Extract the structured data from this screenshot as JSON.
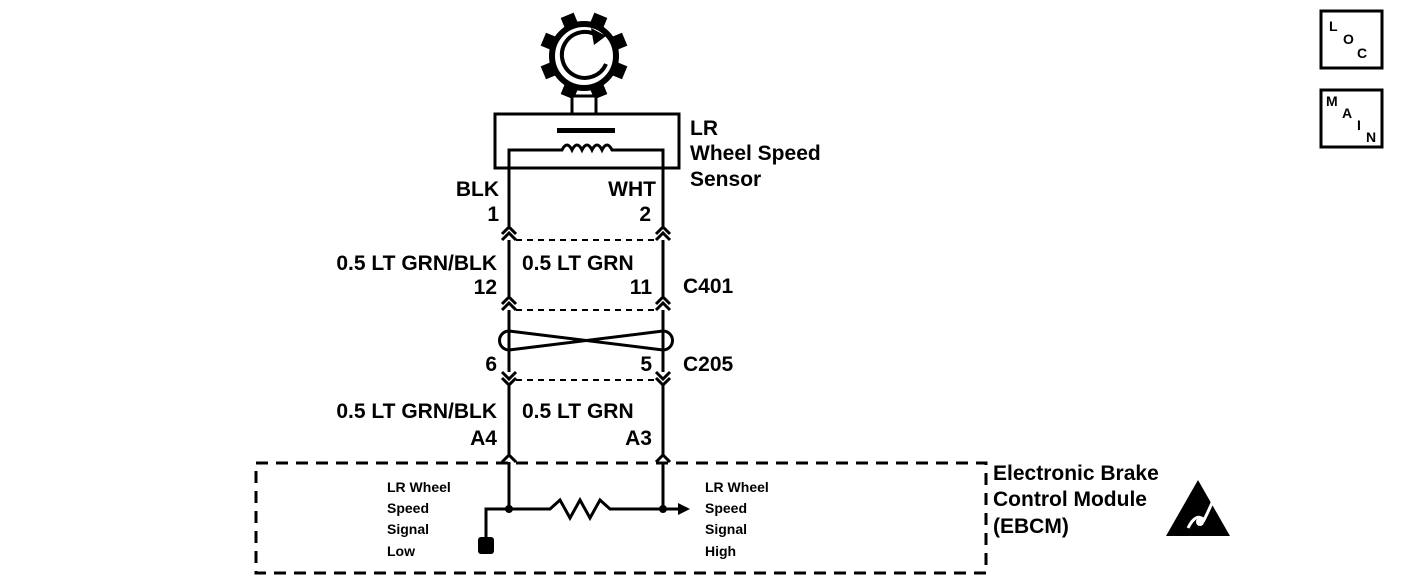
{
  "nav": {
    "loc": {
      "l1": "L",
      "l2": "O",
      "l3": "C"
    },
    "main": {
      "l1": "M",
      "l2": "A",
      "l3": "I",
      "l4": "N"
    }
  },
  "sensor": {
    "line1": "LR",
    "line2": "Wheel Speed",
    "line3": "Sensor"
  },
  "sensor_pins": {
    "left": {
      "color": "BLK",
      "pin": "1"
    },
    "right": {
      "color": "WHT",
      "pin": "2"
    }
  },
  "c401": {
    "left": {
      "wire": "0.5 LT GRN/BLK",
      "pin": "12"
    },
    "right": {
      "wire": "0.5 LT GRN",
      "pin": "11"
    },
    "name": "C401"
  },
  "c205": {
    "left_pin": "6",
    "right_pin": "5",
    "name": "C205"
  },
  "ebcm_wires": {
    "left": {
      "wire": "0.5 LT GRN/BLK",
      "pin": "A4"
    },
    "right": {
      "wire": "0.5 LT GRN",
      "pin": "A3"
    }
  },
  "ebcm": {
    "line1": "Electronic Brake",
    "line2": "Control Module",
    "line3": "(EBCM)",
    "signal_low": [
      "LR Wheel",
      "Speed",
      "Signal",
      "Low"
    ],
    "signal_high": [
      "LR Wheel",
      "Speed",
      "Signal",
      "High"
    ]
  }
}
